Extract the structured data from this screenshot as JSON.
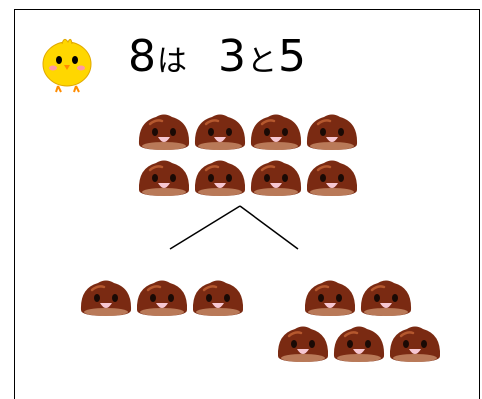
{
  "heading": {
    "total": "8",
    "particle_wa": "は",
    "part_a": "3",
    "particle_to": "と",
    "part_b": "5"
  },
  "groups": {
    "total_count": 8,
    "left_count": 3,
    "right_count": 5
  },
  "icons": {
    "mascot": "chick-icon",
    "counter": "chestnut-icon"
  },
  "colors": {
    "chestnut_body": "#7a2a12",
    "chestnut_face": "#f6c7d2",
    "chick_body": "#ffd700"
  }
}
